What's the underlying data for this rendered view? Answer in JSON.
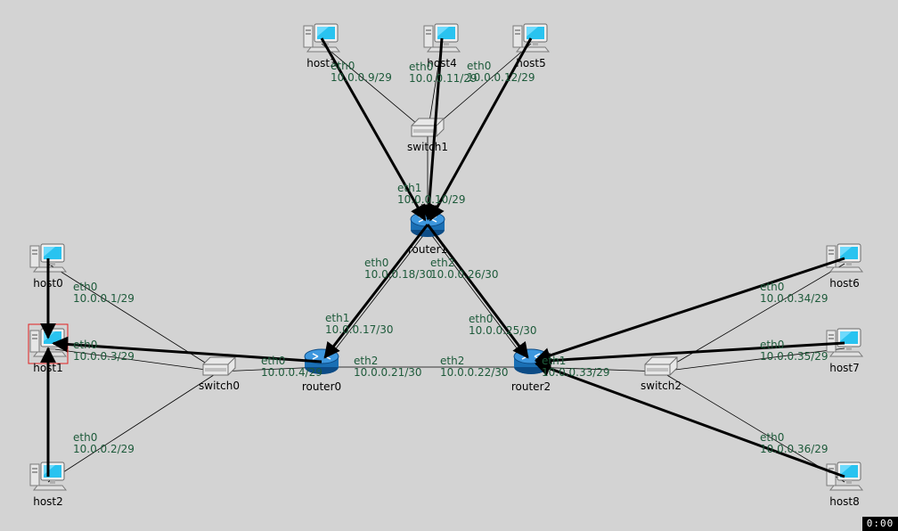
{
  "colors": {
    "background": "#d3d3d3",
    "link": "#000000",
    "packet_arrow": "#000000",
    "interface_label": "#1d5a3a",
    "router_body": "#1a6fb4",
    "host_screen": "#29c3f0",
    "selection_box": "#e02020"
  },
  "nodes": [
    {
      "id": "host0",
      "label": "host0",
      "type": "host",
      "icon": "computer-icon"
    },
    {
      "id": "host1",
      "label": "host1",
      "type": "host",
      "icon": "computer-icon",
      "selected": true
    },
    {
      "id": "host2",
      "label": "host2",
      "type": "host",
      "icon": "computer-icon"
    },
    {
      "id": "host3",
      "label": "host3",
      "type": "host",
      "icon": "computer-icon"
    },
    {
      "id": "host4",
      "label": "host4",
      "type": "host",
      "icon": "computer-icon"
    },
    {
      "id": "host5",
      "label": "host5",
      "type": "host",
      "icon": "computer-icon"
    },
    {
      "id": "host6",
      "label": "host6",
      "type": "host",
      "icon": "computer-icon"
    },
    {
      "id": "host7",
      "label": "host7",
      "type": "host",
      "icon": "computer-icon"
    },
    {
      "id": "host8",
      "label": "host8",
      "type": "host",
      "icon": "computer-icon"
    },
    {
      "id": "switch0",
      "label": "switch0",
      "type": "switch",
      "icon": "switch-icon"
    },
    {
      "id": "switch1",
      "label": "switch1",
      "type": "switch",
      "icon": "switch-icon"
    },
    {
      "id": "switch2",
      "label": "switch2",
      "type": "switch",
      "icon": "switch-icon"
    },
    {
      "id": "router0",
      "label": "router0",
      "type": "router",
      "icon": "router-icon"
    },
    {
      "id": "router1",
      "label": "router1",
      "type": "router",
      "icon": "router-icon"
    },
    {
      "id": "router2",
      "label": "router2",
      "type": "router",
      "icon": "router-icon"
    }
  ],
  "links": [
    {
      "a": "host0",
      "b": "switch0"
    },
    {
      "a": "host1",
      "b": "switch0"
    },
    {
      "a": "host2",
      "b": "switch0"
    },
    {
      "a": "switch0",
      "b": "router0"
    },
    {
      "a": "host3",
      "b": "switch1"
    },
    {
      "a": "host4",
      "b": "switch1"
    },
    {
      "a": "host5",
      "b": "switch1"
    },
    {
      "a": "switch1",
      "b": "router1"
    },
    {
      "a": "router0",
      "b": "router1"
    },
    {
      "a": "router0",
      "b": "router2"
    },
    {
      "a": "router1",
      "b": "router2"
    },
    {
      "a": "router2",
      "b": "switch2"
    },
    {
      "a": "switch2",
      "b": "host6"
    },
    {
      "a": "switch2",
      "b": "host7"
    },
    {
      "a": "switch2",
      "b": "host8"
    }
  ],
  "packets": [
    {
      "from": "host0",
      "to": "host1"
    },
    {
      "from": "host2",
      "to": "host1"
    },
    {
      "from": "router0",
      "to": "host1"
    },
    {
      "from": "router1",
      "to": "router0"
    },
    {
      "from": "router1",
      "to": "router2"
    },
    {
      "from": "host3",
      "to": "router1"
    },
    {
      "from": "host4",
      "to": "router1"
    },
    {
      "from": "host5",
      "to": "router1"
    },
    {
      "from": "host6",
      "to": "router2"
    },
    {
      "from": "host7",
      "to": "router2"
    },
    {
      "from": "host8",
      "to": "router2"
    }
  ],
  "interfaces": [
    {
      "node": "host0",
      "iface": "eth0",
      "ip": "10.0.0.1/29"
    },
    {
      "node": "host1",
      "iface": "eth0",
      "ip": "10.0.0.3/29"
    },
    {
      "node": "host2",
      "iface": "eth0",
      "ip": "10.0.0.2/29"
    },
    {
      "node": "host3",
      "iface": "eth0",
      "ip": "10.0.0.9/29"
    },
    {
      "node": "host4",
      "iface": "eth0",
      "ip": "10.0.0.11/29"
    },
    {
      "node": "host5",
      "iface": "eth0",
      "ip": "10.0.0.12/29"
    },
    {
      "node": "host6",
      "iface": "eth0",
      "ip": "10.0.0.34/29"
    },
    {
      "node": "host7",
      "iface": "eth0",
      "ip": "10.0.0.35/29"
    },
    {
      "node": "host8",
      "iface": "eth0",
      "ip": "10.0.0.36/29"
    },
    {
      "node": "router0",
      "iface": "eth0",
      "ip": "10.0.0.4/29"
    },
    {
      "node": "router0",
      "iface": "eth1",
      "ip": "10.0.0.17/30"
    },
    {
      "node": "router0",
      "iface": "eth2",
      "ip": "10.0.0.21/30"
    },
    {
      "node": "router1",
      "iface": "eth1",
      "ip": "10.0.0.10/29"
    },
    {
      "node": "router1",
      "iface": "eth0",
      "ip": "10.0.0.18/30"
    },
    {
      "node": "router1",
      "iface": "eth2",
      "ip": "10.0.0.26/30"
    },
    {
      "node": "router2",
      "iface": "eth0",
      "ip": "10.0.0.25/30"
    },
    {
      "node": "router2",
      "iface": "eth2",
      "ip": "10.0.0.22/30"
    },
    {
      "node": "router2",
      "iface": "eth1",
      "ip": "10.0.0.33/29"
    }
  ],
  "clock": "0:00"
}
